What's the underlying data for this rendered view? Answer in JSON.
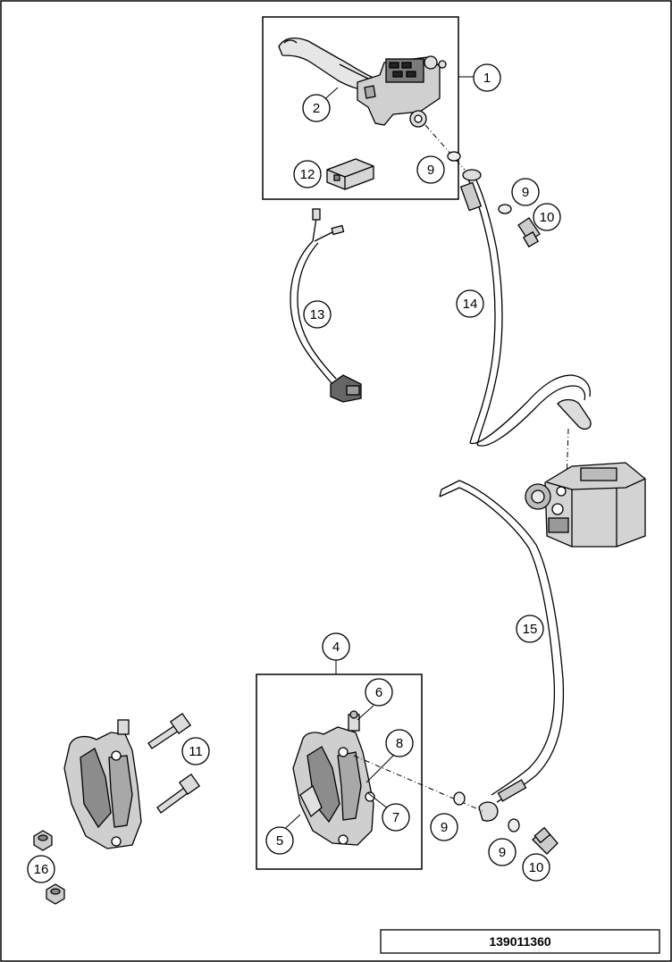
{
  "reference_number": "139011360",
  "callouts": {
    "c1": "1",
    "c2": "2",
    "c4": "4",
    "c5": "5",
    "c6": "6",
    "c7": "7",
    "c8": "8",
    "c9a": "9",
    "c9b": "9",
    "c9c": "9",
    "c9d": "9",
    "c10a": "10",
    "c10b": "10",
    "c11": "11",
    "c12": "12",
    "c13": "13",
    "c14": "14",
    "c15": "15",
    "c16": "16"
  },
  "colors": {
    "line": "#000000",
    "part_fill": "#d9d9d9",
    "part_dark": "#9a9a9a",
    "background": "#ffffff"
  }
}
